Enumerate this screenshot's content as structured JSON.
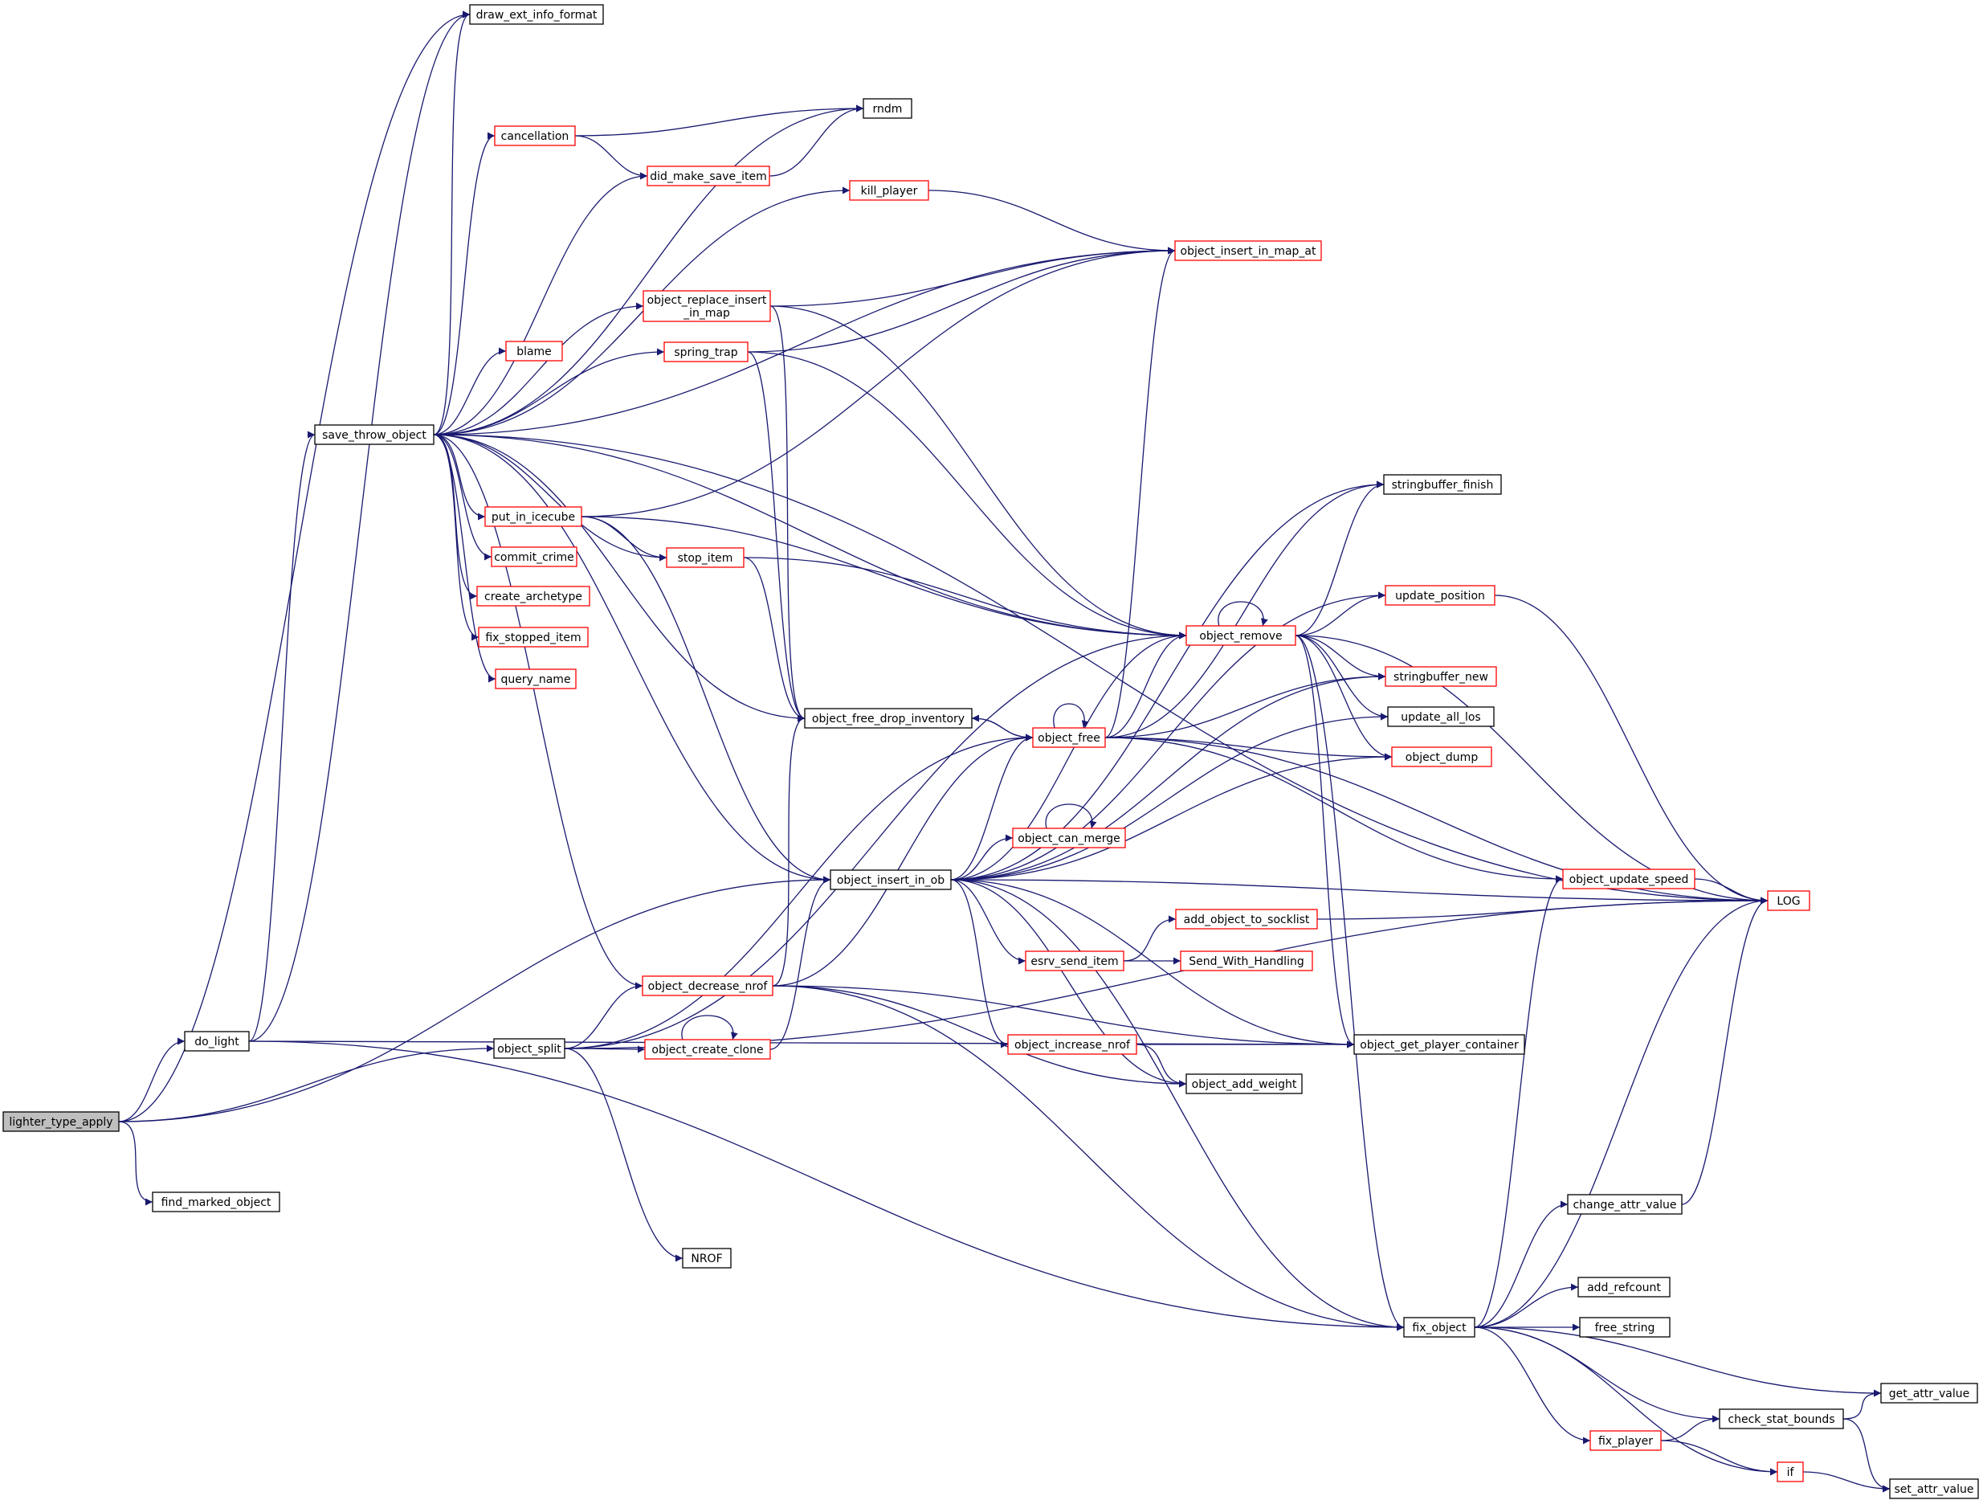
{
  "graph": {
    "colors": {
      "edge": "#191970",
      "node_border_default": "#000000",
      "node_border_link": "#ff0000",
      "root_fill": "#bfbfbf",
      "node_fill": "#ffffff"
    },
    "nodes": [
      {
        "id": "lighter_type_apply",
        "label": "lighter_type_apply",
        "kind": "root"
      },
      {
        "id": "draw_ext_info_format",
        "label": "draw_ext_info_format",
        "kind": "plain"
      },
      {
        "id": "rndm",
        "label": "rndm",
        "kind": "plain"
      },
      {
        "id": "cancellation",
        "label": "cancellation",
        "kind": "link"
      },
      {
        "id": "did_make_save_item",
        "label": "did_make_save_item",
        "kind": "link"
      },
      {
        "id": "kill_player",
        "label": "kill_player",
        "kind": "link"
      },
      {
        "id": "object_insert_in_map_at",
        "label": "object_insert_in_map_at",
        "kind": "link"
      },
      {
        "id": "object_replace_insert_in_map",
        "label": "object_replace_insert\n_in_map",
        "kind": "link"
      },
      {
        "id": "blame",
        "label": "blame",
        "kind": "link"
      },
      {
        "id": "spring_trap",
        "label": "spring_trap",
        "kind": "link"
      },
      {
        "id": "save_throw_object",
        "label": "save_throw_object",
        "kind": "plain"
      },
      {
        "id": "stringbuffer_finish",
        "label": "stringbuffer_finish",
        "kind": "plain"
      },
      {
        "id": "put_in_icecube",
        "label": "put_in_icecube",
        "kind": "link"
      },
      {
        "id": "stop_item",
        "label": "stop_item",
        "kind": "link"
      },
      {
        "id": "commit_crime",
        "label": "commit_crime",
        "kind": "link"
      },
      {
        "id": "update_position",
        "label": "update_position",
        "kind": "link"
      },
      {
        "id": "create_archetype",
        "label": "create_archetype",
        "kind": "link"
      },
      {
        "id": "object_remove",
        "label": "object_remove",
        "kind": "link"
      },
      {
        "id": "fix_stopped_item",
        "label": "fix_stopped_item",
        "kind": "link"
      },
      {
        "id": "stringbuffer_new",
        "label": "stringbuffer_new",
        "kind": "link"
      },
      {
        "id": "query_name",
        "label": "query_name",
        "kind": "link"
      },
      {
        "id": "object_free_drop_inventory",
        "label": "object_free_drop_inventory",
        "kind": "plain"
      },
      {
        "id": "update_all_los",
        "label": "update_all_los",
        "kind": "plain"
      },
      {
        "id": "object_free",
        "label": "object_free",
        "kind": "link"
      },
      {
        "id": "object_dump",
        "label": "object_dump",
        "kind": "link"
      },
      {
        "id": "object_can_merge",
        "label": "object_can_merge",
        "kind": "link"
      },
      {
        "id": "object_insert_in_ob",
        "label": "object_insert_in_ob",
        "kind": "plain"
      },
      {
        "id": "object_update_speed",
        "label": "object_update_speed",
        "kind": "link"
      },
      {
        "id": "LOG",
        "label": "LOG",
        "kind": "link"
      },
      {
        "id": "add_object_to_socklist",
        "label": "add_object_to_socklist",
        "kind": "link"
      },
      {
        "id": "esrv_send_item",
        "label": "esrv_send_item",
        "kind": "link"
      },
      {
        "id": "Send_With_Handling",
        "label": "Send_With_Handling",
        "kind": "link"
      },
      {
        "id": "object_decrease_nrof",
        "label": "object_decrease_nrof",
        "kind": "link"
      },
      {
        "id": "do_light",
        "label": "do_light",
        "kind": "plain"
      },
      {
        "id": "object_split",
        "label": "object_split",
        "kind": "plain"
      },
      {
        "id": "object_create_clone",
        "label": "object_create_clone",
        "kind": "link"
      },
      {
        "id": "object_increase_nrof",
        "label": "object_increase_nrof",
        "kind": "link"
      },
      {
        "id": "object_get_player_container",
        "label": "object_get_player_container",
        "kind": "plain"
      },
      {
        "id": "object_add_weight",
        "label": "object_add_weight",
        "kind": "plain"
      },
      {
        "id": "find_marked_object",
        "label": "find_marked_object",
        "kind": "plain"
      },
      {
        "id": "change_attr_value",
        "label": "change_attr_value",
        "kind": "plain"
      },
      {
        "id": "NROF",
        "label": "NROF",
        "kind": "plain"
      },
      {
        "id": "add_refcount",
        "label": "add_refcount",
        "kind": "plain"
      },
      {
        "id": "fix_object",
        "label": "fix_object",
        "kind": "plain"
      },
      {
        "id": "free_string",
        "label": "free_string",
        "kind": "plain"
      },
      {
        "id": "get_attr_value",
        "label": "get_attr_value",
        "kind": "plain"
      },
      {
        "id": "check_stat_bounds",
        "label": "check_stat_bounds",
        "kind": "plain"
      },
      {
        "id": "fix_player",
        "label": "fix_player",
        "kind": "link"
      },
      {
        "id": "set_attr_value",
        "label": "set_attr_value",
        "kind": "plain"
      },
      {
        "id": "if",
        "label": "if",
        "kind": "link"
      }
    ],
    "edges": [
      [
        "lighter_type_apply",
        "draw_ext_info_format"
      ],
      [
        "lighter_type_apply",
        "do_light"
      ],
      [
        "lighter_type_apply",
        "object_insert_in_ob"
      ],
      [
        "lighter_type_apply",
        "object_split"
      ],
      [
        "lighter_type_apply",
        "find_marked_object"
      ],
      [
        "do_light",
        "draw_ext_info_format"
      ],
      [
        "do_light",
        "save_throw_object"
      ],
      [
        "do_light",
        "object_get_player_container"
      ],
      [
        "do_light",
        "fix_object"
      ],
      [
        "save_throw_object",
        "draw_ext_info_format"
      ],
      [
        "save_throw_object",
        "rndm"
      ],
      [
        "save_throw_object",
        "cancellation"
      ],
      [
        "save_throw_object",
        "did_make_save_item"
      ],
      [
        "save_throw_object",
        "kill_player"
      ],
      [
        "save_throw_object",
        "object_insert_in_map_at"
      ],
      [
        "save_throw_object",
        "object_replace_insert_in_map"
      ],
      [
        "save_throw_object",
        "blame"
      ],
      [
        "save_throw_object",
        "spring_trap"
      ],
      [
        "save_throw_object",
        "LOG"
      ],
      [
        "save_throw_object",
        "object_remove"
      ],
      [
        "save_throw_object",
        "put_in_icecube"
      ],
      [
        "save_throw_object",
        "stop_item"
      ],
      [
        "save_throw_object",
        "commit_crime"
      ],
      [
        "save_throw_object",
        "create_archetype"
      ],
      [
        "save_throw_object",
        "fix_stopped_item"
      ],
      [
        "save_throw_object",
        "query_name"
      ],
      [
        "save_throw_object",
        "object_free_drop_inventory"
      ],
      [
        "save_throw_object",
        "object_insert_in_ob"
      ],
      [
        "save_throw_object",
        "object_decrease_nrof"
      ],
      [
        "cancellation",
        "rndm"
      ],
      [
        "cancellation",
        "did_make_save_item"
      ],
      [
        "did_make_save_item",
        "rndm"
      ],
      [
        "kill_player",
        "object_insert_in_map_at"
      ],
      [
        "object_replace_insert_in_map",
        "object_insert_in_map_at"
      ],
      [
        "object_replace_insert_in_map",
        "object_remove"
      ],
      [
        "object_replace_insert_in_map",
        "object_free_drop_inventory"
      ],
      [
        "spring_trap",
        "object_insert_in_map_at"
      ],
      [
        "spring_trap",
        "object_remove"
      ],
      [
        "spring_trap",
        "object_free_drop_inventory"
      ],
      [
        "put_in_icecube",
        "object_insert_in_map_at"
      ],
      [
        "put_in_icecube",
        "stop_item"
      ],
      [
        "put_in_icecube",
        "object_remove"
      ],
      [
        "put_in_icecube",
        "object_insert_in_ob"
      ],
      [
        "stop_item",
        "object_remove"
      ],
      [
        "stop_item",
        "object_free_drop_inventory"
      ],
      [
        "object_free_drop_inventory",
        "object_free"
      ],
      [
        "object_free",
        "object_free_drop_inventory"
      ],
      [
        "object_free",
        "object_free"
      ],
      [
        "object_free",
        "object_insert_in_map_at"
      ],
      [
        "object_free",
        "stringbuffer_finish"
      ],
      [
        "object_free",
        "object_remove"
      ],
      [
        "object_free",
        "stringbuffer_new"
      ],
      [
        "object_free",
        "object_dump"
      ],
      [
        "object_free",
        "object_update_speed"
      ],
      [
        "object_free",
        "LOG"
      ],
      [
        "object_remove",
        "object_remove"
      ],
      [
        "object_remove",
        "stringbuffer_finish"
      ],
      [
        "object_remove",
        "update_position"
      ],
      [
        "object_remove",
        "stringbuffer_new"
      ],
      [
        "object_remove",
        "update_all_los"
      ],
      [
        "object_remove",
        "object_dump"
      ],
      [
        "object_remove",
        "LOG"
      ],
      [
        "object_remove",
        "object_get_player_container"
      ],
      [
        "object_remove",
        "fix_object"
      ],
      [
        "update_position",
        "LOG"
      ],
      [
        "object_insert_in_ob",
        "stringbuffer_finish"
      ],
      [
        "object_insert_in_ob",
        "update_position"
      ],
      [
        "object_insert_in_ob",
        "object_remove"
      ],
      [
        "object_insert_in_ob",
        "stringbuffer_new"
      ],
      [
        "object_insert_in_ob",
        "object_free"
      ],
      [
        "object_insert_in_ob",
        "object_can_merge"
      ],
      [
        "object_insert_in_ob",
        "update_all_los"
      ],
      [
        "object_insert_in_ob",
        "object_dump"
      ],
      [
        "object_insert_in_ob",
        "esrv_send_item"
      ],
      [
        "object_insert_in_ob",
        "object_get_player_container"
      ],
      [
        "object_insert_in_ob",
        "object_increase_nrof"
      ],
      [
        "object_insert_in_ob",
        "object_add_weight"
      ],
      [
        "object_insert_in_ob",
        "LOG"
      ],
      [
        "object_insert_in_ob",
        "fix_object"
      ],
      [
        "object_can_merge",
        "object_can_merge"
      ],
      [
        "object_update_speed",
        "LOG"
      ],
      [
        "esrv_send_item",
        "add_object_to_socklist"
      ],
      [
        "esrv_send_item",
        "Send_With_Handling"
      ],
      [
        "add_object_to_socklist",
        "LOG"
      ],
      [
        "object_increase_nrof",
        "object_get_player_container"
      ],
      [
        "object_increase_nrof",
        "object_add_weight"
      ],
      [
        "object_decrease_nrof",
        "object_free_drop_inventory"
      ],
      [
        "object_decrease_nrof",
        "object_free"
      ],
      [
        "object_decrease_nrof",
        "object_add_weight"
      ],
      [
        "object_decrease_nrof",
        "object_get_player_container"
      ],
      [
        "object_decrease_nrof",
        "fix_object"
      ],
      [
        "object_split",
        "object_decrease_nrof"
      ],
      [
        "object_split",
        "object_create_clone"
      ],
      [
        "object_split",
        "object_free"
      ],
      [
        "object_split",
        "object_remove"
      ],
      [
        "object_split",
        "LOG"
      ],
      [
        "object_split",
        "NROF"
      ],
      [
        "object_create_clone",
        "object_create_clone"
      ],
      [
        "object_create_clone",
        "object_insert_in_ob"
      ],
      [
        "fix_object",
        "object_update_speed"
      ],
      [
        "fix_object",
        "change_attr_value"
      ],
      [
        "fix_object",
        "LOG"
      ],
      [
        "fix_object",
        "add_refcount"
      ],
      [
        "fix_object",
        "free_string"
      ],
      [
        "fix_object",
        "get_attr_value"
      ],
      [
        "fix_object",
        "check_stat_bounds"
      ],
      [
        "fix_object",
        "fix_player"
      ],
      [
        "fix_object",
        "if"
      ],
      [
        "change_attr_value",
        "LOG"
      ],
      [
        "check_stat_bounds",
        "get_attr_value"
      ],
      [
        "check_stat_bounds",
        "set_attr_value"
      ],
      [
        "fix_player",
        "check_stat_bounds"
      ],
      [
        "fix_player",
        "if"
      ],
      [
        "if",
        "set_attr_value"
      ]
    ]
  }
}
